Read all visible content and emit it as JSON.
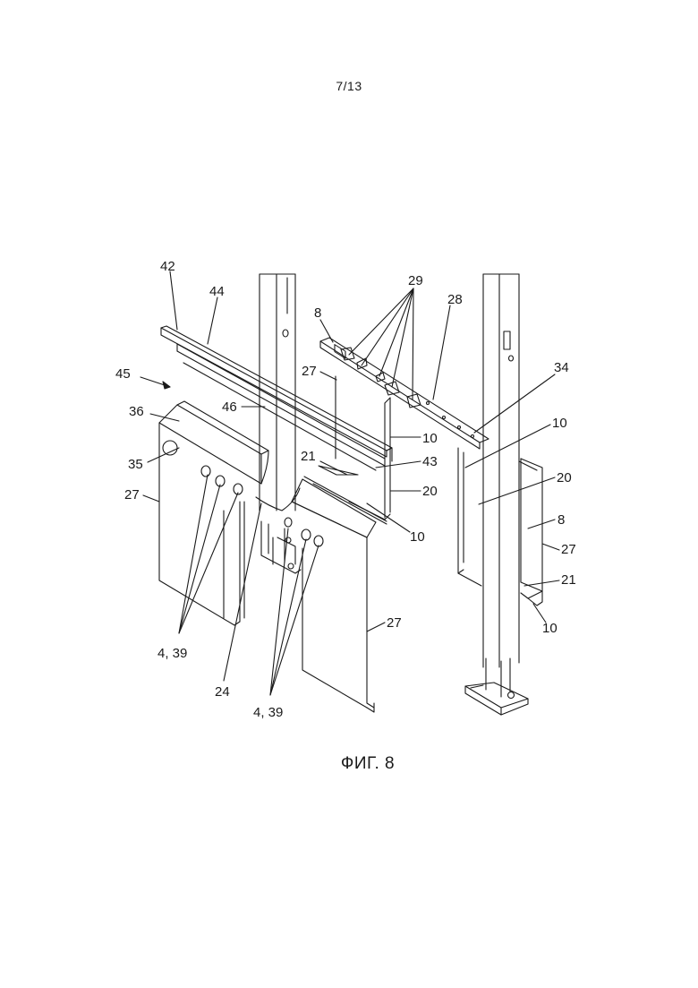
{
  "page": {
    "number": "7/13"
  },
  "figure": {
    "caption": "ФИГ. 8",
    "labels": {
      "n42": "42",
      "n44": "44",
      "n45": "45",
      "n36": "36",
      "n46": "46",
      "n35": "35",
      "n27_left": "27",
      "n4_39_left": "4, 39",
      "n24": "24",
      "n4_39_bottom": "4, 39",
      "n27_bottom": "27",
      "n8_top": "8",
      "n27_mid": "27",
      "n29": "29",
      "n28": "28",
      "n21_mid": "21",
      "n10_a": "10",
      "n43": "43",
      "n20_mid": "20",
      "n10_b": "10",
      "n34": "34",
      "n10_right": "10",
      "n20_right": "20",
      "n8_right": "8",
      "n27_right": "27",
      "n21_right": "21",
      "n10_bottom_right": "10"
    }
  }
}
